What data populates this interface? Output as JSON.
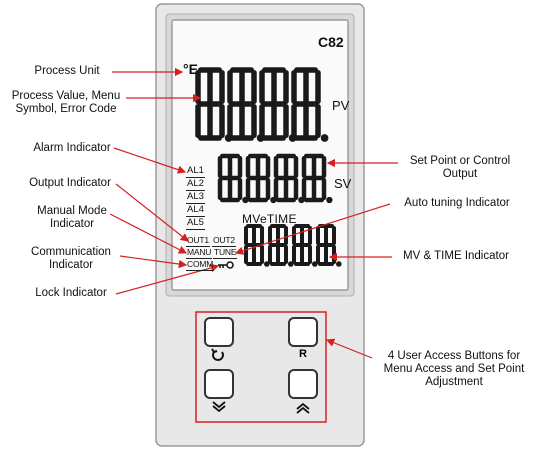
{
  "device": {
    "model": "C82",
    "pv_label": "PV",
    "sv_label": "SV",
    "mv_time_label": "MVeTIME",
    "unit_symbol": "°E",
    "alarm_labels": [
      "AL1",
      "AL2",
      "AL3",
      "AL4",
      "AL5"
    ],
    "output_labels": [
      "OUT1",
      "OUT2"
    ],
    "mode_labels": [
      "MANU",
      "TUNE"
    ],
    "comm_label": "COMM",
    "lock_icon": "key-icon",
    "buttons": [
      {
        "icon": "cycle-arrow-icon",
        "glyph": "↻"
      },
      {
        "icon": "reset-r-icon",
        "glyph": "R"
      },
      {
        "icon": "double-chevron-down-icon",
        "glyph": "∨"
      },
      {
        "icon": "double-chevron-up-icon",
        "glyph": "∧"
      }
    ]
  },
  "callouts": {
    "process_unit": "Process Unit",
    "process_value": "Process Value, Menu Symbol, Error Code",
    "alarm": "Alarm Indicator",
    "output": "Output Indicator",
    "manual_mode": "Manual Mode Indicator",
    "communication": "Communication Indicator",
    "lock": "Lock Indicator",
    "set_point": "Set Point or Control Output",
    "auto_tuning": "Auto tuning Indicator",
    "mv_time": "MV & TIME Indicator",
    "user_buttons": "4 User Access Buttons for Menu Access and Set Point Adjustment"
  },
  "colors": {
    "arrow": "#d62020",
    "lcd_bg": "#f4f4f4",
    "bezel": "#e6e6e6"
  }
}
